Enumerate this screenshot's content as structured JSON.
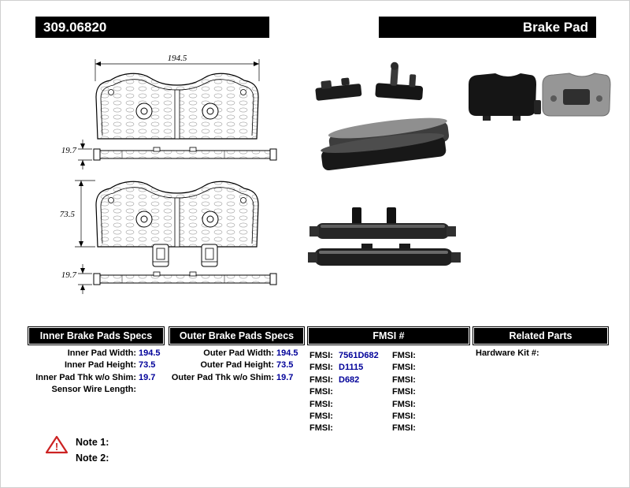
{
  "header": {
    "part_number": "309.06820",
    "product_type": "Brake Pad"
  },
  "diagram": {
    "pad_width": "194.5",
    "pad_thickness_top": "19.7",
    "pad_height": "73.5",
    "pad_thickness_bottom": "19.7"
  },
  "tables": {
    "inner": {
      "title": "Inner Brake Pads Specs",
      "rows": [
        {
          "label": "Inner Pad Width:",
          "value": "194.5"
        },
        {
          "label": "Inner Pad Height:",
          "value": "73.5"
        },
        {
          "label": "Inner Pad Thk w/o Shim:",
          "value": "19.7"
        },
        {
          "label": "Sensor Wire Length:",
          "value": ""
        }
      ]
    },
    "outer": {
      "title": "Outer Brake Pads Specs",
      "rows": [
        {
          "label": "Outer Pad Width:",
          "value": "194.5"
        },
        {
          "label": "Outer Pad Height:",
          "value": "73.5"
        },
        {
          "label": "Outer Pad Thk w/o Shim:",
          "value": "19.7"
        }
      ]
    },
    "fmsi": {
      "title": "FMSI #",
      "left_rows": [
        {
          "label": "FMSI:",
          "value": "7561D682"
        },
        {
          "label": "FMSI:",
          "value": "D1115"
        },
        {
          "label": "FMSI:",
          "value": "D682"
        },
        {
          "label": "FMSI:",
          "value": ""
        },
        {
          "label": "FMSI:",
          "value": ""
        },
        {
          "label": "FMSI:",
          "value": ""
        },
        {
          "label": "FMSI:",
          "value": ""
        }
      ],
      "right_rows": [
        {
          "label": "FMSI:",
          "value": ""
        },
        {
          "label": "FMSI:",
          "value": ""
        },
        {
          "label": "FMSI:",
          "value": ""
        },
        {
          "label": "FMSI:",
          "value": ""
        },
        {
          "label": "FMSI:",
          "value": ""
        },
        {
          "label": "FMSI:",
          "value": ""
        },
        {
          "label": "FMSI:",
          "value": ""
        }
      ]
    },
    "related": {
      "title": "Related Parts",
      "rows": [
        {
          "label": "Hardware Kit #:",
          "value": ""
        }
      ]
    }
  },
  "notes": {
    "warning_icon": "warning-triangle",
    "warning_glyph": "!",
    "items": [
      {
        "label": "Note 1:"
      },
      {
        "label": "Note 2:"
      }
    ]
  },
  "colors": {
    "header_bg": "#000000",
    "header_text": "#ffffff",
    "value_text": "#000099",
    "warning": "#cc2222",
    "page_border": "#cfcfcf"
  }
}
